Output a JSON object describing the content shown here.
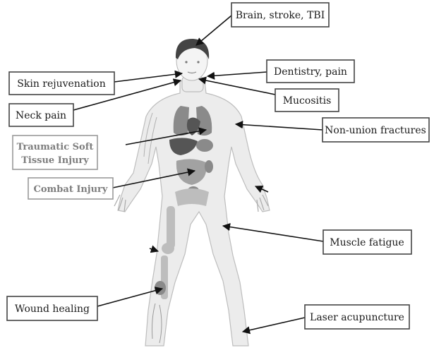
{
  "labels": {
    "brain": "Brain, stroke, TBI",
    "skin": "Skin rejuvenation",
    "dentistry": "Dentistry, pain",
    "neck": "Neck pain",
    "mucositis": "Mucositis",
    "fractures": "Non-union fractures",
    "traumatic_line1": "Traumatic Soft",
    "traumatic_line2": "Tissue Injury",
    "combat": "Combat Injury",
    "muscle": "Muscle fatigue",
    "wound": "Wound healing",
    "acupuncture": "Laser acupuncture"
  },
  "colors": {
    "box_border": "#444444",
    "gray_label": "#7d7d7d",
    "body": "#ececec",
    "organs": "#8a8a8a"
  }
}
